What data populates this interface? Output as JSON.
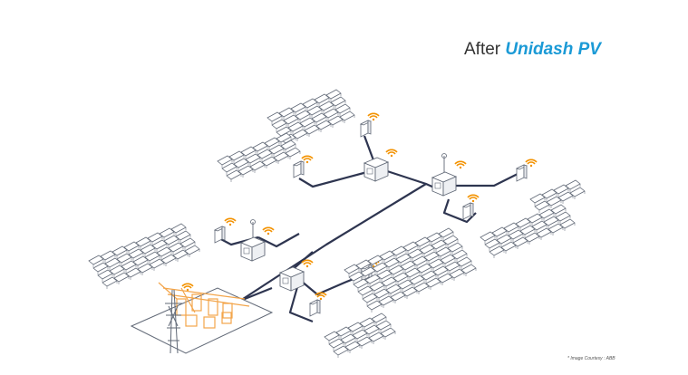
{
  "title": {
    "prefix": "After",
    "brand": "Unidash PV"
  },
  "courtesy": "* Image Courtesy : ABB",
  "colors": {
    "line": "#2e3550",
    "wifi": "#f39200",
    "brand": "#1b9ad6",
    "panel_fill": "#ffffff",
    "panel_stroke": "#606876",
    "substation": "#f3a54a"
  }
}
